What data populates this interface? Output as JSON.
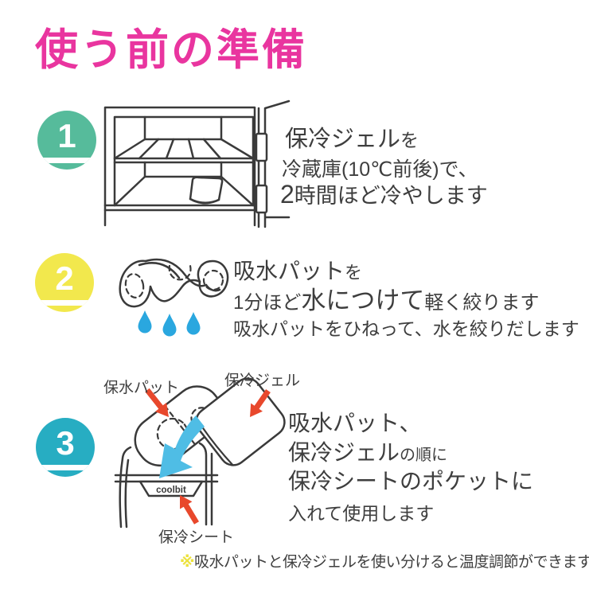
{
  "title": "使う前の準備",
  "colors": {
    "title_pink": "#e9359f",
    "step1_teal": "#56bb9b",
    "step2_yellow": "#f2e84d",
    "step3_cyan": "#27adc2",
    "water_drop_blue": "#2aa7df",
    "insert_arrow_blue": "#4fbde5",
    "pointer_arrow_red": "#e8482c",
    "line_art": "#3a3a3a",
    "body_text": "#3e3e3e"
  },
  "step1": {
    "number": "1",
    "line1": {
      "big": "保冷ジェル",
      "small": "を"
    },
    "line2": "冷蔵庫(10℃前後)で、",
    "line3": {
      "num": "2",
      "rest": "時間ほど冷やします"
    }
  },
  "step2": {
    "number": "2",
    "line1": {
      "big": "吸水パット",
      "small": "を"
    },
    "line2": {
      "pre": "1分ほど",
      "big": "水につけて",
      "post": "軽く絞ります"
    },
    "line3": "吸水パットをひねって、水を絞りだします"
  },
  "step3": {
    "number": "3",
    "line1": "吸水パット、",
    "line2": {
      "big": "保冷ジェル",
      "small": "の順に"
    },
    "line3": "保冷シートのポケットに",
    "line4": "入れて使用します",
    "labels": {
      "pad": "保水パット",
      "gel": "保冷ジェル",
      "sheet": "保冷シート"
    },
    "logo": "coolbit"
  },
  "note": {
    "mark": "※",
    "text": "吸水パットと保冷ジェルを使い分けると温度調節ができます"
  }
}
